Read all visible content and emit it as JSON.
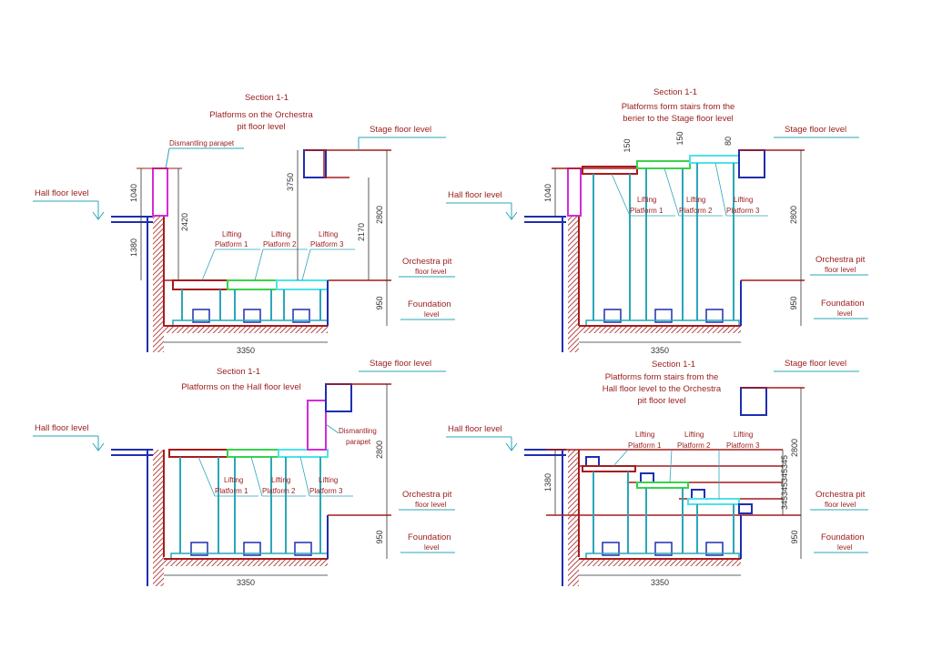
{
  "colors": {
    "structure": "#a61c1c",
    "wall_hatch": "#a61c1c",
    "column": "#2aa7b8",
    "pipe_blue": "#1e2fb0",
    "platform_1": "#a61c1c",
    "platform_2": "#39d24a",
    "platform_3": "#4de3e8",
    "parapet": "#d62ad6",
    "text": "#9b1c1c",
    "dimension": "#333333",
    "level_marker": "#2aa7b8"
  },
  "sections": {
    "s1": {
      "title": "Section 1-1",
      "subtitle_1": "Platforms on the Orchestra",
      "subtitle_2": "pit floor level",
      "parapet_label": "Dismantling parapet",
      "dims": {
        "a": "1040",
        "b": "1380",
        "c": "2420",
        "d": "3750",
        "e": "2170",
        "f": "2800",
        "g": "950",
        "w": "3350"
      },
      "lifting": [
        "Lifting",
        "Lifting",
        "Lifting"
      ],
      "platforms": [
        "Platform 1",
        "Platform 2",
        "Platform 3"
      ]
    },
    "s2": {
      "title": "Section 1-1",
      "subtitle_1": "Platforms form stairs from the",
      "subtitle_2": "berier to the Stage floor level",
      "dims": {
        "a": "1040",
        "s1": "150",
        "s2": "150",
        "s3": "80",
        "f": "2800",
        "g": "950",
        "w": "3350"
      },
      "lifting": [
        "Lifting",
        "Lifting",
        "Lifting"
      ],
      "platforms": [
        "Platform 1",
        "Platform 2",
        "Platform 3"
      ]
    },
    "s3": {
      "title": "Section 1-1",
      "subtitle_1": "Platforms on the Hall floor level",
      "parapet_1": "Dismantling",
      "parapet_2": "parapet",
      "dims": {
        "f": "2800",
        "g": "950",
        "w": "3350"
      },
      "lifting": [
        "Lifting",
        "Lifting",
        "Lifting"
      ],
      "platforms": [
        "Platform 1",
        "Platform 2",
        "Platform 3"
      ]
    },
    "s4": {
      "title": "Section 1-1",
      "subtitle_1": "Platforms form stairs from the",
      "subtitle_2": "Hall floor level to the Orchestra",
      "subtitle_3": "pit floor level",
      "dims": {
        "b": "1380",
        "stack": "345345345345",
        "f": "2800",
        "g": "950",
        "w": "3350"
      },
      "lifting": [
        "Lifting",
        "Lifting",
        "Lifting"
      ],
      "platforms": [
        "Platform 1",
        "Platform 2",
        "Platform 3"
      ]
    }
  },
  "levels": {
    "hall": "Hall floor level",
    "stage": "Stage floor level",
    "pit_1": "Orchestra pit",
    "pit_2": "floor level",
    "foundation_1": "Foundation",
    "foundation_2": "level"
  }
}
